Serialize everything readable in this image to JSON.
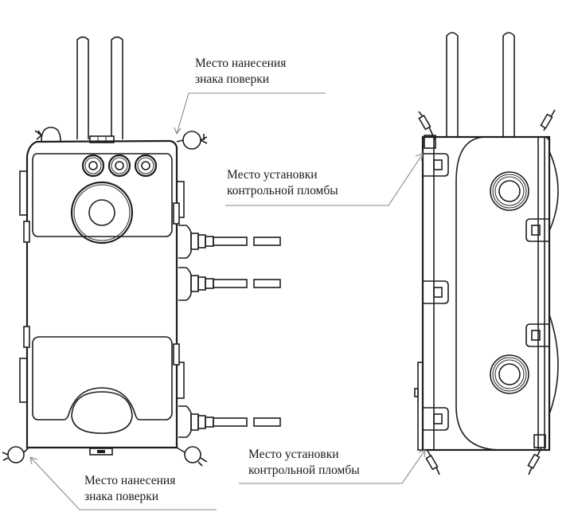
{
  "labels": {
    "verification_mark_top": {
      "line1": "Место нанесения",
      "line2": "знака поверки"
    },
    "seal_location_top": {
      "line1": "Место установки",
      "line2": "контрольной пломбы"
    },
    "seal_location_bottom": {
      "line1": "Место установки",
      "line2": "контрольной пломбы"
    },
    "verification_mark_bottom": {
      "line1": "Место нанесения",
      "line2": "знака поверки"
    }
  },
  "colors": {
    "line": "#1e1e1e",
    "leader": "#8a8a8a",
    "background": "#ffffff"
  }
}
